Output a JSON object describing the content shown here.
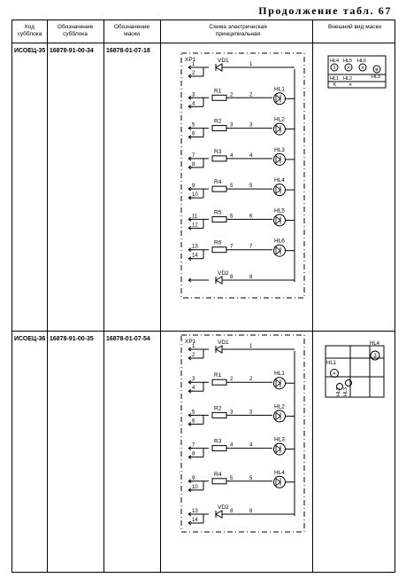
{
  "page": {
    "title": "Продолжение табл. 67"
  },
  "table": {
    "headers": {
      "code": "Код субблока",
      "designation": "Обозначение субблока",
      "mask": "Обозначение маски",
      "schematic": "Схема электрическая принципиальная",
      "appearance": "Внешний вид маски"
    },
    "rows": [
      {
        "code": "ИСОЕЦ-35",
        "designation": "16878-91-00-34",
        "mask": "16878-01-07-18",
        "schematic": {
          "connector": "XP1",
          "diode_top": "VD1",
          "diode_bottom": "VD2",
          "pins": [
            "1",
            "2",
            "3",
            "4",
            "5",
            "6",
            "7",
            "8",
            "9",
            "10",
            "11",
            "12",
            "13",
            "14"
          ],
          "resistors": [
            "R1",
            "R2",
            "R3",
            "R4",
            "R5",
            "R6"
          ],
          "nodes": [
            "1",
            "2",
            "3",
            "4",
            "5",
            "6",
            "7",
            "8"
          ],
          "leds": [
            "HL1",
            "HL2",
            "HL3",
            "HL4",
            "HL5",
            "HL6"
          ]
        },
        "mask_view": {
          "labels": [
            "HL4",
            "HL5",
            "HL6",
            "HL1",
            "HL2",
            "HL3"
          ],
          "symbols": [
            "3",
            "✕",
            "✕",
            "✕",
            "K",
            "✕",
            "⊗"
          ]
        }
      },
      {
        "code": "ИСОЕЦ-36",
        "designation": "16878-91-00-35",
        "mask": "16878-01-07-54",
        "schematic": {
          "connector": "XP1",
          "diode_top": "VD1",
          "diode_bottom": "VD2",
          "pins": [
            "1",
            "2",
            "3",
            "4",
            "5",
            "6",
            "7",
            "8",
            "9",
            "10",
            "13",
            "14"
          ],
          "resistors": [
            "R1",
            "R2",
            "R3",
            "R4"
          ],
          "nodes": [
            "1",
            "2",
            "3",
            "4",
            "5",
            "6",
            "8"
          ],
          "leds": [
            "HL1",
            "HL2",
            "HL3",
            "HL4"
          ]
        },
        "mask_view": {
          "labels": [
            "HL4",
            "HL1",
            "HL2",
            "HL3"
          ],
          "symbols": [
            "3",
            "✕"
          ]
        }
      }
    ]
  }
}
